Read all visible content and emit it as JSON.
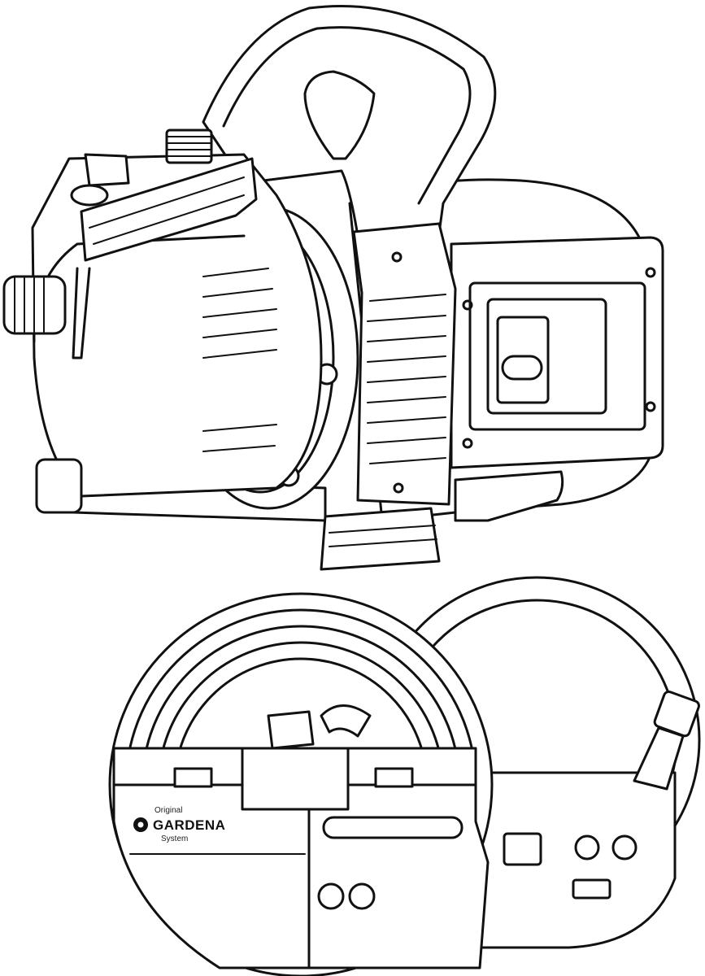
{
  "logo": {
    "line1": "Original",
    "brand": "GARDENA",
    "line3": "System"
  },
  "colors": {
    "ink": "#111111",
    "paper": "#ffffff"
  }
}
